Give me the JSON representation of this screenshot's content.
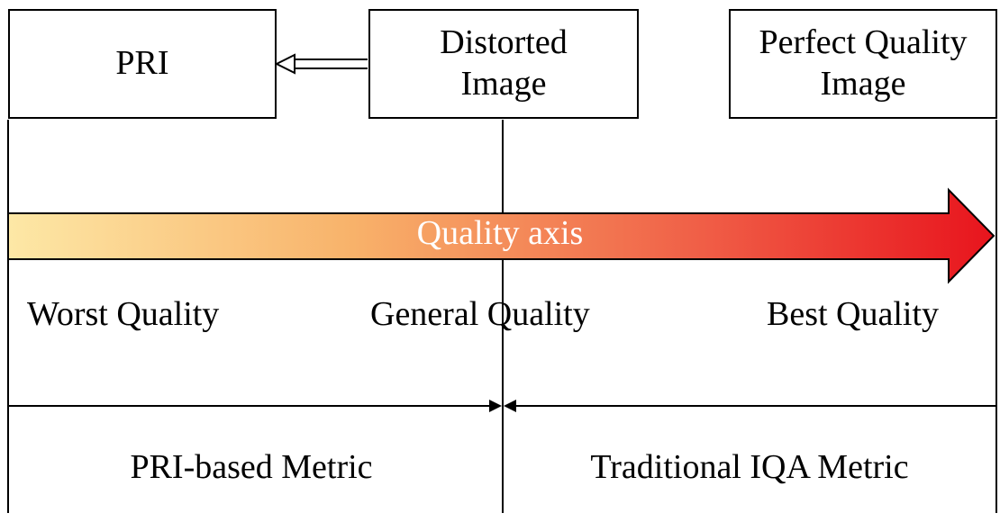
{
  "boxes": {
    "pri": "PRI",
    "distorted": "Distorted Image",
    "perfect": "Perfect Quality Image"
  },
  "axis": {
    "label": "Quality axis",
    "gradient_colors": [
      "#fde8a6",
      "#f8b26a",
      "#f05f47",
      "#e8141d"
    ]
  },
  "qualities": {
    "worst": "Worst Quality",
    "general": "General Quality",
    "best": "Best Quality"
  },
  "metrics": {
    "pri_based": "PRI-based Metric",
    "traditional": "Traditional IQA Metric"
  }
}
